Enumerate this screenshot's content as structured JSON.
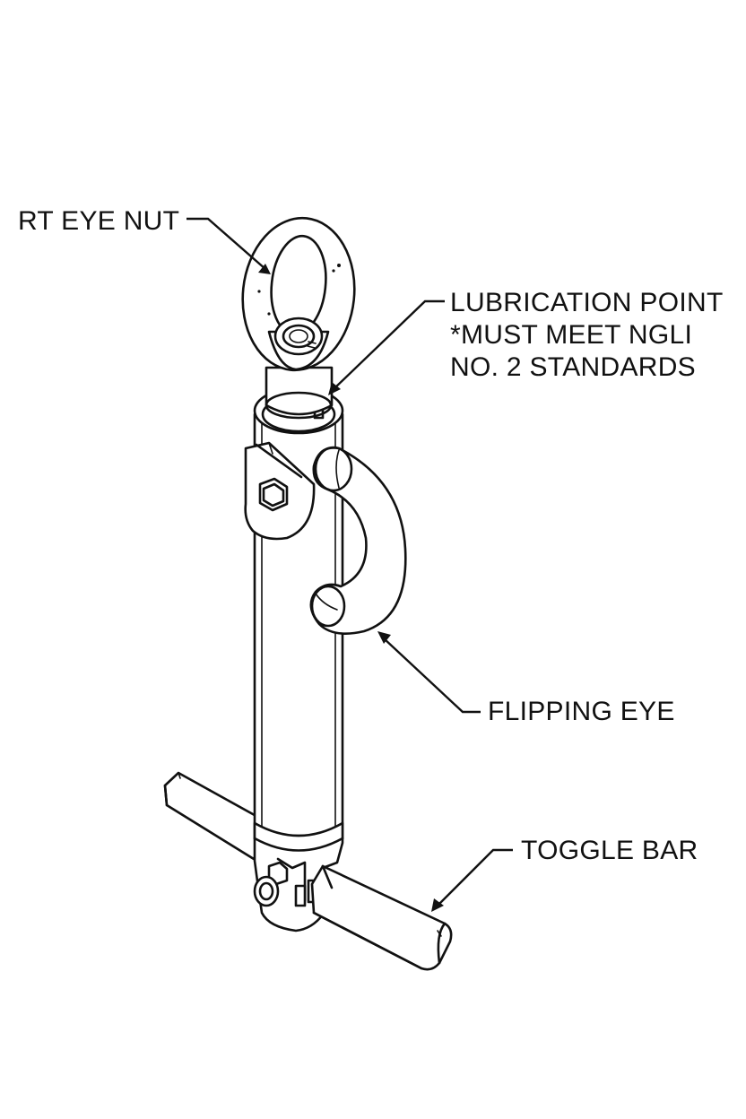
{
  "callouts": {
    "rt_eye_nut": "RT EYE NUT",
    "lubrication": {
      "line1": "LUBRICATION POINT",
      "line2": "*MUST MEET NGLI",
      "line3": "NO. 2 STANDARDS"
    },
    "flipping_eye": "FLIPPING EYE",
    "toggle_bar": "TOGGLE BAR"
  },
  "colors": {
    "ink": "#111111",
    "paper": "#ffffff"
  }
}
